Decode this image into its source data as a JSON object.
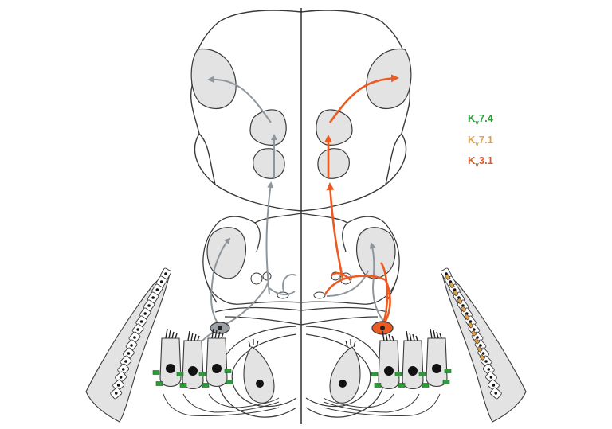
{
  "legend": {
    "items": [
      {
        "k": "K",
        "sub": "v",
        "suffix": "7.4",
        "color": "#2e9a3a"
      },
      {
        "k": "K",
        "sub": "v",
        "suffix": "7.1",
        "color": "#e2a24a"
      },
      {
        "k": "K",
        "sub": "v",
        "suffix": "3.1",
        "color": "#dd5a2b"
      }
    ]
  },
  "colors": {
    "outline": "#3a3a3a",
    "nucleus_fill": "#e3e3e3",
    "gray_pathway": "#8e969c",
    "orange_pathway": "#ec5a22",
    "kv74": "#2e9a3a",
    "kv71": "#e2a24a",
    "kv31": "#dd5a2b"
  }
}
